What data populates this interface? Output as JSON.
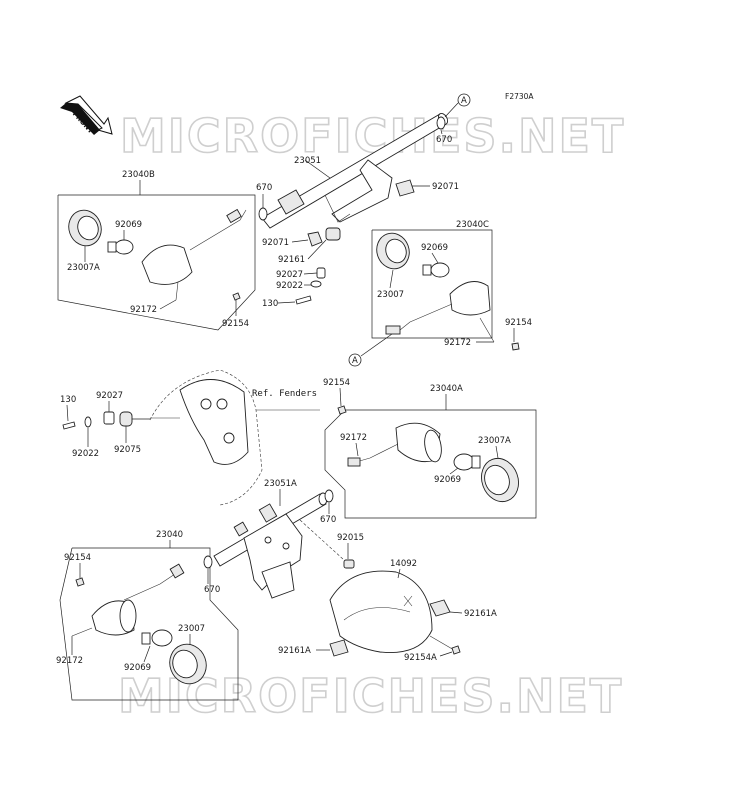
{
  "figure_code": "F2730A",
  "watermark": "MICROFICHES.NET",
  "front_marker": "FRONT",
  "ref_note": "Ref. Fenders",
  "callout": "A",
  "parts": {
    "p670_top": "670",
    "p23051": "23051",
    "p92071_right": "92071",
    "p23040B": "23040B",
    "p670_left": "670",
    "p92069_b": "92069",
    "p23007A_b": "23007A",
    "p92172_b": "92172",
    "p92154_b": "92154",
    "p92071_mid": "92071",
    "p92161_mid": "92161",
    "p92027_mid": "92027",
    "p92022_mid": "92022",
    "p130_mid": "130",
    "p23040C": "23040C",
    "p92069_c": "92069",
    "p23007_c": "23007",
    "p92154_c": "92154",
    "p92172_c": "92172",
    "p130_left": "130",
    "p92027_left": "92027",
    "p92022_left": "92022",
    "p92075": "92075",
    "p92154_a": "92154",
    "p23040A": "23040A",
    "p92172_a": "92172",
    "p23007A_a": "23007A",
    "p92069_a": "92069",
    "p23051A": "23051A",
    "p670_lower": "670",
    "p92015": "92015",
    "p14092": "14092",
    "p23040": "23040",
    "p92154_bl": "92154",
    "p670_bl": "670",
    "p92172_bl": "92172",
    "p92069_bl": "92069",
    "p23007_bl": "23007",
    "p92161A_r": "92161A",
    "p92161A_l": "92161A",
    "p92154A": "92154A"
  }
}
